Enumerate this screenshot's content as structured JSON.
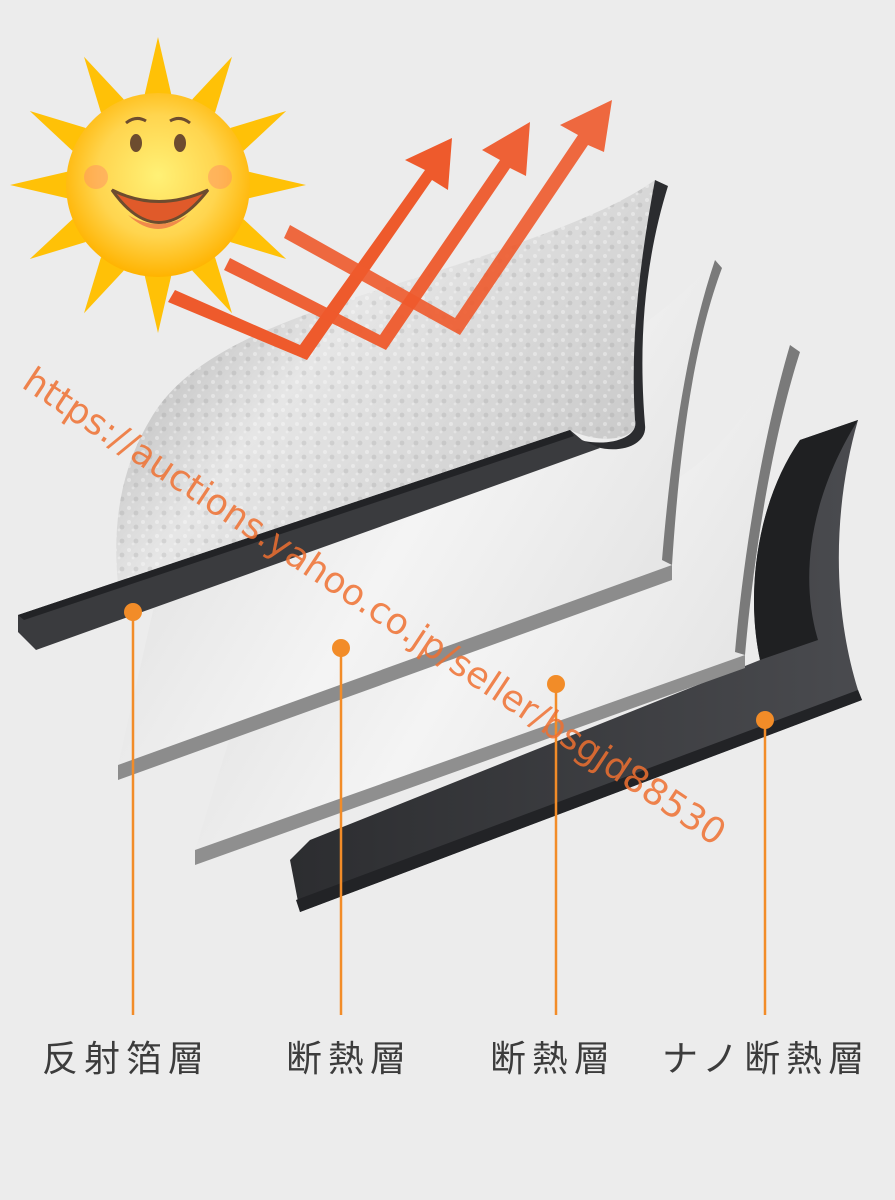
{
  "watermark": "https://auctions.yahoo.co.jp/seller/bsgjd88530",
  "layers": [
    {
      "label": "反射箔層"
    },
    {
      "label": "断熱層"
    },
    {
      "label": "断熱層"
    },
    {
      "label": "ナノ断熱層"
    }
  ],
  "colors": {
    "accent": "#f28c28",
    "arrow": "#ef5a2e",
    "sun": "#ffc107",
    "foam_dark": "#3a3b3e",
    "foil": "#d9d9d9"
  },
  "icons": [
    "sun-icon",
    "heat-reflection-arrow-icon",
    "marker-dot-icon"
  ]
}
